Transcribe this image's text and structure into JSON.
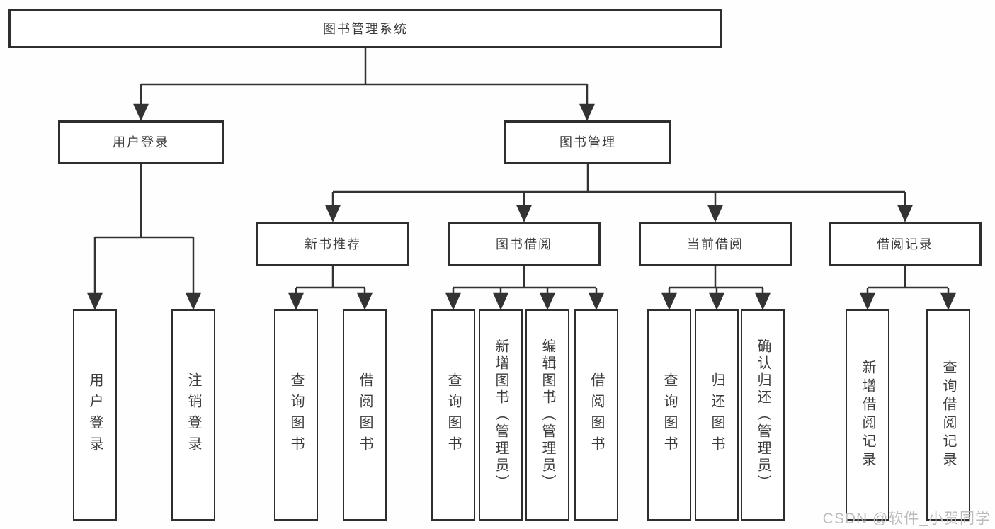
{
  "tree": {
    "root": "图书管理系统",
    "branches": [
      {
        "label": "用户登录",
        "children": [
          "用户登录",
          "注销登录"
        ]
      },
      {
        "label": "图书管理",
        "groups": [
          {
            "label": "新书推荐",
            "children": [
              "查询图书",
              "借阅图书"
            ]
          },
          {
            "label": "图书借阅",
            "children": [
              "查询图书",
              "新增图书（管理员）",
              "编辑图书（管理员）",
              "借阅图书"
            ]
          },
          {
            "label": "当前借阅",
            "children": [
              "查询图书",
              "归还图书",
              "确认归还（管理员）"
            ]
          },
          {
            "label": "借阅记录",
            "children": [
              "新增借阅记录",
              "查询借阅记录"
            ]
          }
        ]
      }
    ]
  },
  "colors": {
    "line": "#333333",
    "border": "#2e2e2e",
    "text": "#3d3d3d",
    "watermark": "#bcbcbc"
  },
  "watermark": "CSDN @软件_小贺同学"
}
